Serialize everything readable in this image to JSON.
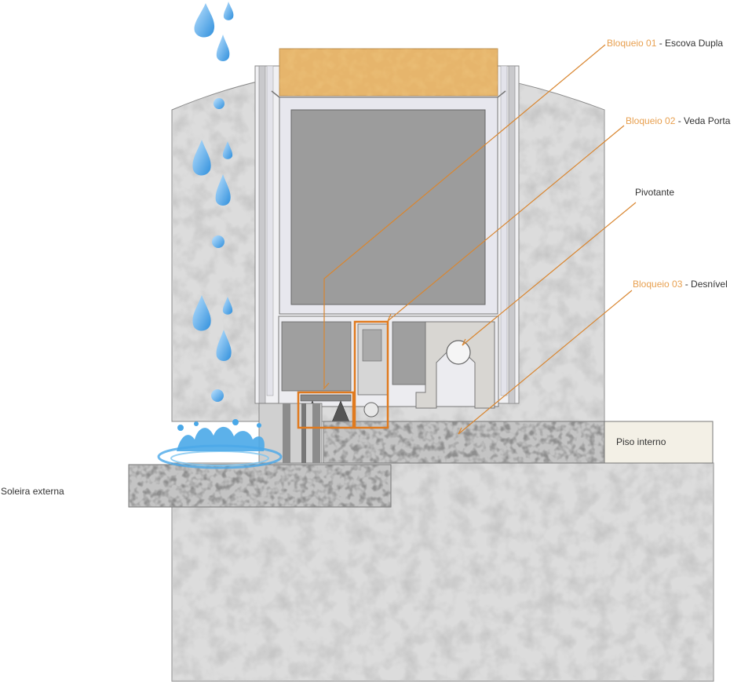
{
  "labels": {
    "bloqueio01": {
      "prefix": "Bloqueio 01",
      "suffix": " - Escova Dupla"
    },
    "bloqueio02": {
      "prefix": "Bloqueio 02",
      "suffix": " - Veda Porta"
    },
    "pivotante": "Pivotante",
    "bloqueio03": {
      "prefix": "Bloqueio 03",
      "suffix": " - Desnível"
    },
    "piso_interno": "Piso interno",
    "soleira_externa": "Soleira externa"
  },
  "colors": {
    "accent": "#e8a050",
    "leader_line": "#d98630",
    "highlight_box": "#e07a1e",
    "water": "#4aa8e8",
    "concrete": "#d8d8d8",
    "granite": "#bdbdbd",
    "foam": "#e8b76a",
    "frame_gray": "#9a9a9a",
    "text": "#333333"
  }
}
